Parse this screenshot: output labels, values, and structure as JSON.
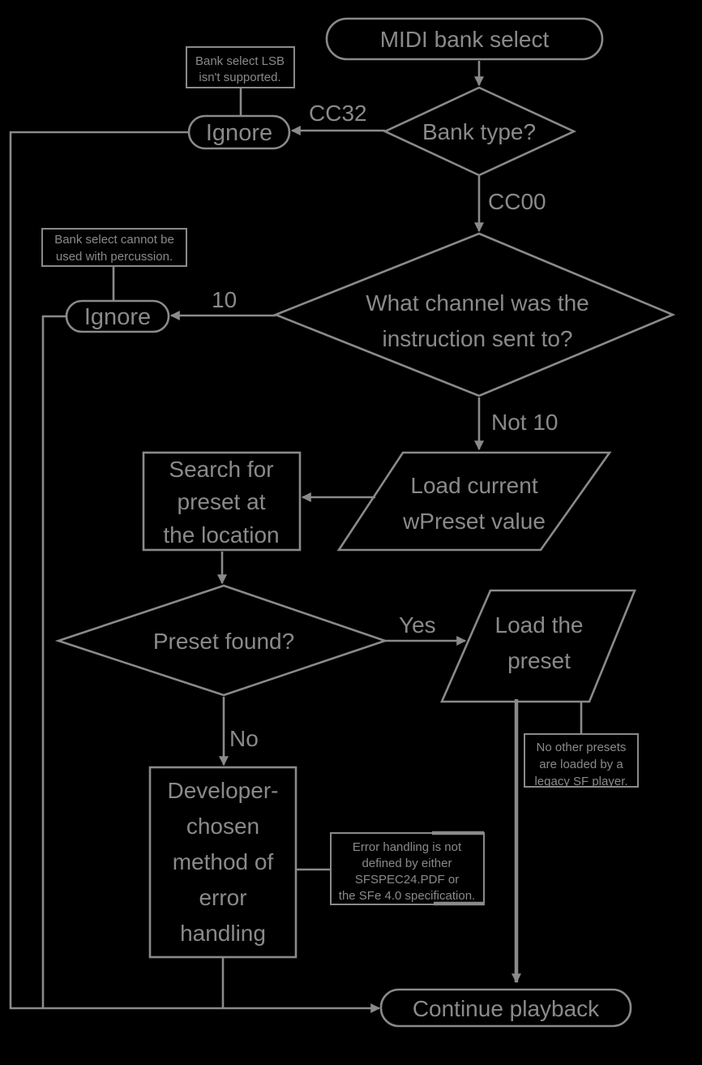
{
  "diagram": {
    "title": "MIDI bank select flowchart",
    "colors": {
      "background": "#000000",
      "stroke": "#8a8a8a",
      "text": "#8a8a8a"
    },
    "nodes": {
      "start": {
        "type": "terminator",
        "label": "MIDI bank select"
      },
      "bank_type": {
        "type": "decision",
        "label": "Bank type?"
      },
      "ignore_lsb": {
        "type": "terminator",
        "label": "Ignore"
      },
      "ignore_percussion": {
        "type": "terminator",
        "label": "Ignore"
      },
      "channel_question": {
        "type": "decision",
        "lines": [
          "What channel was the",
          "instruction sent to?"
        ]
      },
      "load_wpreset": {
        "type": "io",
        "lines": [
          "Load current",
          "wPreset value"
        ]
      },
      "search_preset": {
        "type": "process",
        "lines": [
          "Search for",
          "preset at",
          "the location"
        ]
      },
      "preset_found": {
        "type": "decision",
        "label": "Preset found?"
      },
      "load_preset": {
        "type": "io",
        "lines": [
          "Load the",
          "preset"
        ]
      },
      "error_method": {
        "type": "process",
        "lines": [
          "Developer-",
          "chosen",
          "method of",
          "error",
          "handling"
        ]
      },
      "continue_playback": {
        "type": "terminator",
        "label": "Continue playback"
      }
    },
    "edge_labels": {
      "cc32": "CC32",
      "cc00": "CC00",
      "ten": "10",
      "not_ten": "Not 10",
      "yes": "Yes",
      "no": "No"
    },
    "annotations": {
      "lsb_note": {
        "lines": [
          "Bank select LSB",
          "isn't supported."
        ]
      },
      "percussion_note": {
        "lines": [
          "Bank select cannot be",
          "used with percussion."
        ]
      },
      "legacy_note": {
        "lines": [
          "No other presets",
          "are loaded by a",
          "legacy SF player."
        ]
      },
      "error_note": {
        "lines": [
          "Error handling is not",
          "defined by either",
          "SFSPEC24.PDF or",
          "the SFe 4.0 specification."
        ]
      }
    }
  }
}
